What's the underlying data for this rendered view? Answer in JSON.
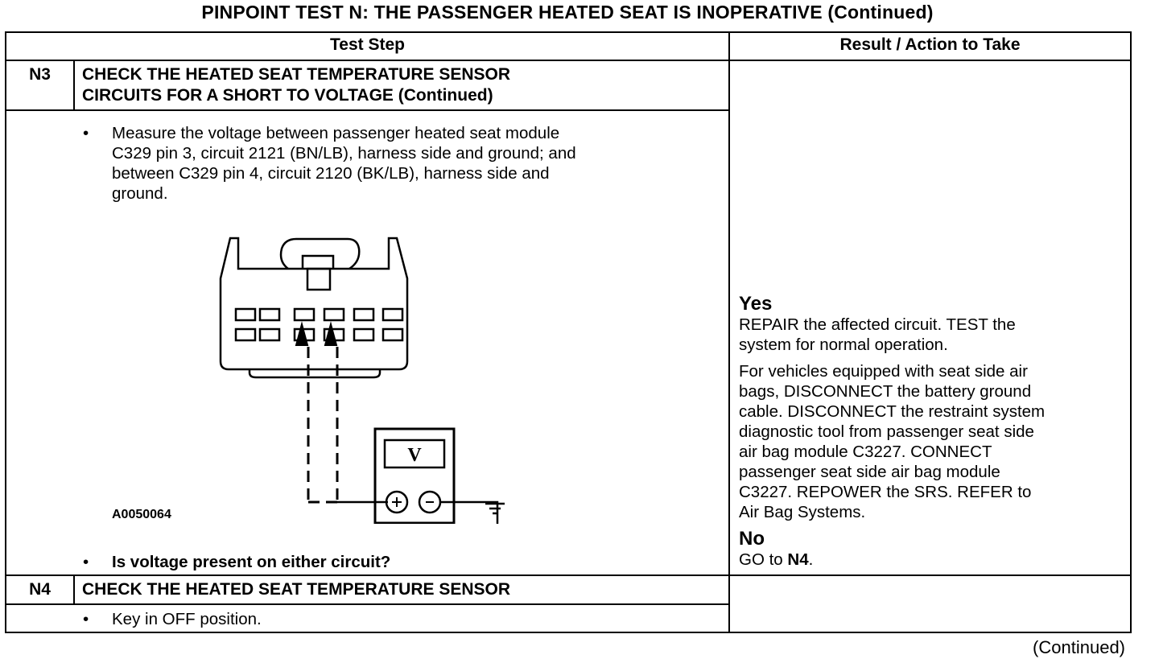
{
  "page": {
    "title": "PINPOINT TEST  N: THE PASSENGER HEATED SEAT IS INOPERATIVE (Continued)",
    "footer": "(Continued)"
  },
  "table": {
    "headers": {
      "test_step": "Test Step",
      "result_action": "Result / Action to Take"
    },
    "steps": [
      {
        "id": "N3",
        "title_lines": [
          "CHECK THE HEATED SEAT TEMPERATURE SENSOR",
          "CIRCUITS FOR A SHORT TO VOLTAGE (Continued)"
        ],
        "bullet_marker": "•",
        "instruction_lines": [
          "Measure the voltage between passenger heated seat module",
          "C329 pin 3, circuit 2121 (BN/LB), harness side and ground; and",
          "between C329 pin 4, circuit 2120 (BK/LB), harness side and",
          "ground."
        ],
        "figure_id": "A0050064",
        "meter_symbol": "V",
        "question": "Is voltage present on either circuit?",
        "results": {
          "yes_label": "Yes",
          "yes_lines": [
            "REPAIR the affected circuit. TEST the",
            "system for normal operation."
          ],
          "yes_note_lines": [
            "For vehicles equipped with seat side air",
            "bags, DISCONNECT the battery ground",
            "cable. DISCONNECT the restraint system",
            "diagnostic tool from passenger seat side",
            "air bag module C3227. CONNECT",
            "passenger seat side air bag module",
            "C3227. REPOWER the  SRS. REFER to",
            "Air Bag Systems."
          ],
          "no_label": "No",
          "no_prefix": "GO to ",
          "no_target": "N4",
          "no_suffix": "."
        }
      },
      {
        "id": "N4",
        "title_lines": [
          "CHECK THE HEATED SEAT TEMPERATURE SENSOR"
        ],
        "bullet_marker": "•",
        "instruction_lines": [
          "Key in OFF position."
        ]
      }
    ]
  },
  "icons": {
    "connector": "connector-c329-icon",
    "voltmeter": "voltmeter-icon",
    "ground": "ground-symbol-icon",
    "probe_arrow": "probe-arrow-icon"
  }
}
